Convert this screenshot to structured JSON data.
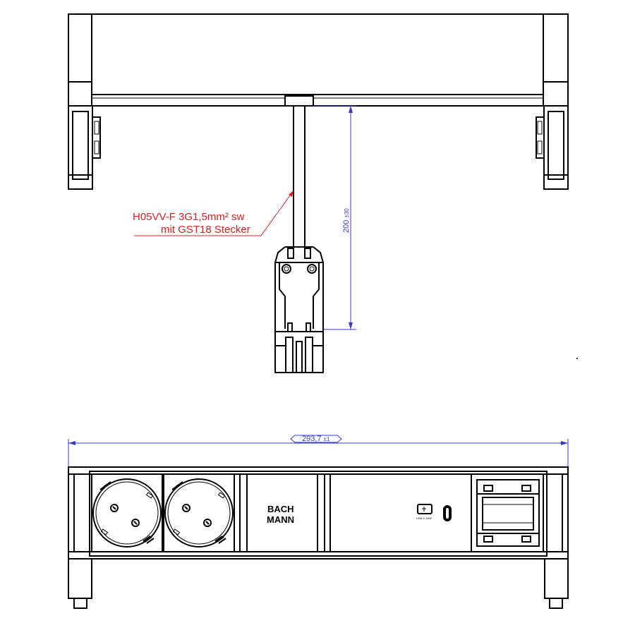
{
  "cable_label": {
    "line1": "H05VV-F 3G1,5mm² sw",
    "line2": "mit GST18 Stecker"
  },
  "dimensions": {
    "cable_length": "200",
    "cable_length_tolerance": "±30",
    "width": "293,7",
    "width_tolerance": "±1"
  },
  "brand_logo": {
    "line1": "BACH",
    "line2": "MANN"
  },
  "usb_label": "USB-C 60W",
  "colors": {
    "lines": "#000000",
    "dimension": "#3a3ac8",
    "annotation": "#e02020"
  }
}
